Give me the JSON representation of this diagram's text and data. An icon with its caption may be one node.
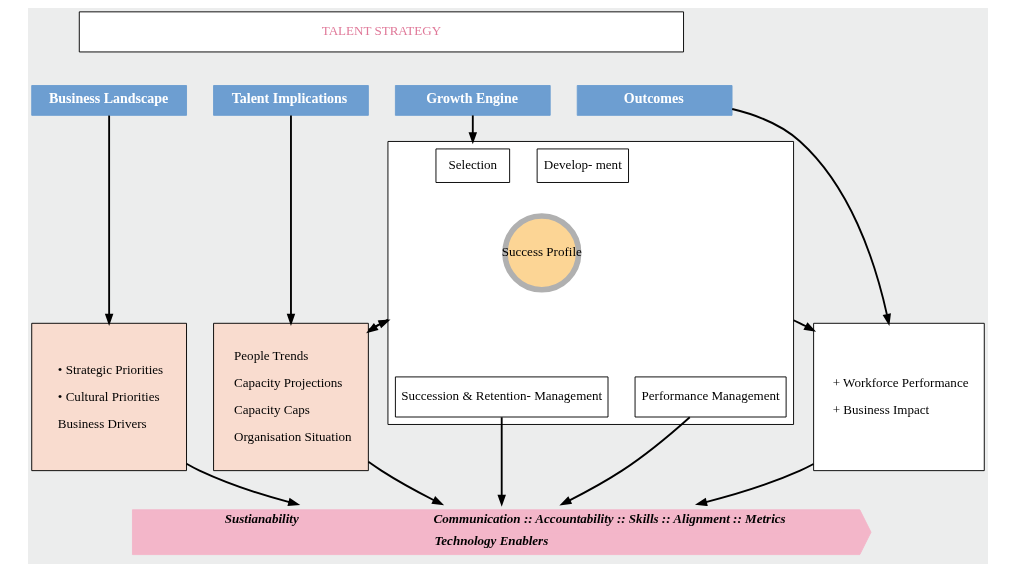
{
  "diagram": {
    "nodes": [
      {
        "text": [
          "TALENT STRATEGY"
        ]
      },
      {
        "text": [
          "Business Landscape"
        ]
      },
      {
        "text": [
          "Talent Implications"
        ]
      },
      {
        "text": [
          "Growth Engine"
        ]
      },
      {
        "text": [
          "Outcomes"
        ]
      },
      {
        "text": [
          "• Strategic Priorities",
          "• Cultural Priorities",
          "Business Drivers"
        ]
      },
      {
        "text": [
          "People Trends",
          "Capacity Projections",
          "Capacity Caps",
          "Organisation Situation"
        ]
      },
      {
        "text": [],
        "shape": "box"
      },
      {
        "text": [
          "Selection"
        ],
        "in": 7
      },
      {
        "text": [
          "Develop- ment"
        ],
        "in": 7
      },
      {
        "text": [
          "Success Profile"
        ],
        "in": 7
      },
      {
        "text": [
          "Succession & Retention- Management"
        ],
        "in": 7
      },
      {
        "text": [
          "Performance Management"
        ],
        "in": 7
      },
      {
        "text": [
          "+ Workforce Performance",
          "+ Business Impact"
        ]
      },
      {
        "text": [
          "Sustianability",
          "Communication :: Accountability :: Skills :: Alignment :: Metrics",
          "Technology Enablers"
        ]
      }
    ],
    "edges": [
      {
        "from": 1,
        "to": 5,
        "arrow": "to"
      },
      {
        "from": 2,
        "to": 6,
        "arrow": "to"
      },
      {
        "from": 3,
        "to": 7,
        "arrow": "to"
      },
      {
        "from": 4,
        "to": 13,
        "arrow": "to"
      },
      {
        "from": 6,
        "to": 7,
        "arrow": "to"
      },
      {
        "from": 7,
        "to": 6,
        "arrow": "to"
      },
      {
        "from": 7,
        "to": 13,
        "arrow": "to"
      },
      {
        "from": 5,
        "to": 14,
        "arrow": "to"
      },
      {
        "from": 6,
        "to": 14,
        "arrow": "to"
      },
      {
        "from": 11,
        "to": 14,
        "arrow": "to"
      },
      {
        "from": 12,
        "to": 14,
        "arrow": "to"
      },
      {
        "from": 13,
        "to": 14,
        "arrow": "to"
      }
    ]
  }
}
